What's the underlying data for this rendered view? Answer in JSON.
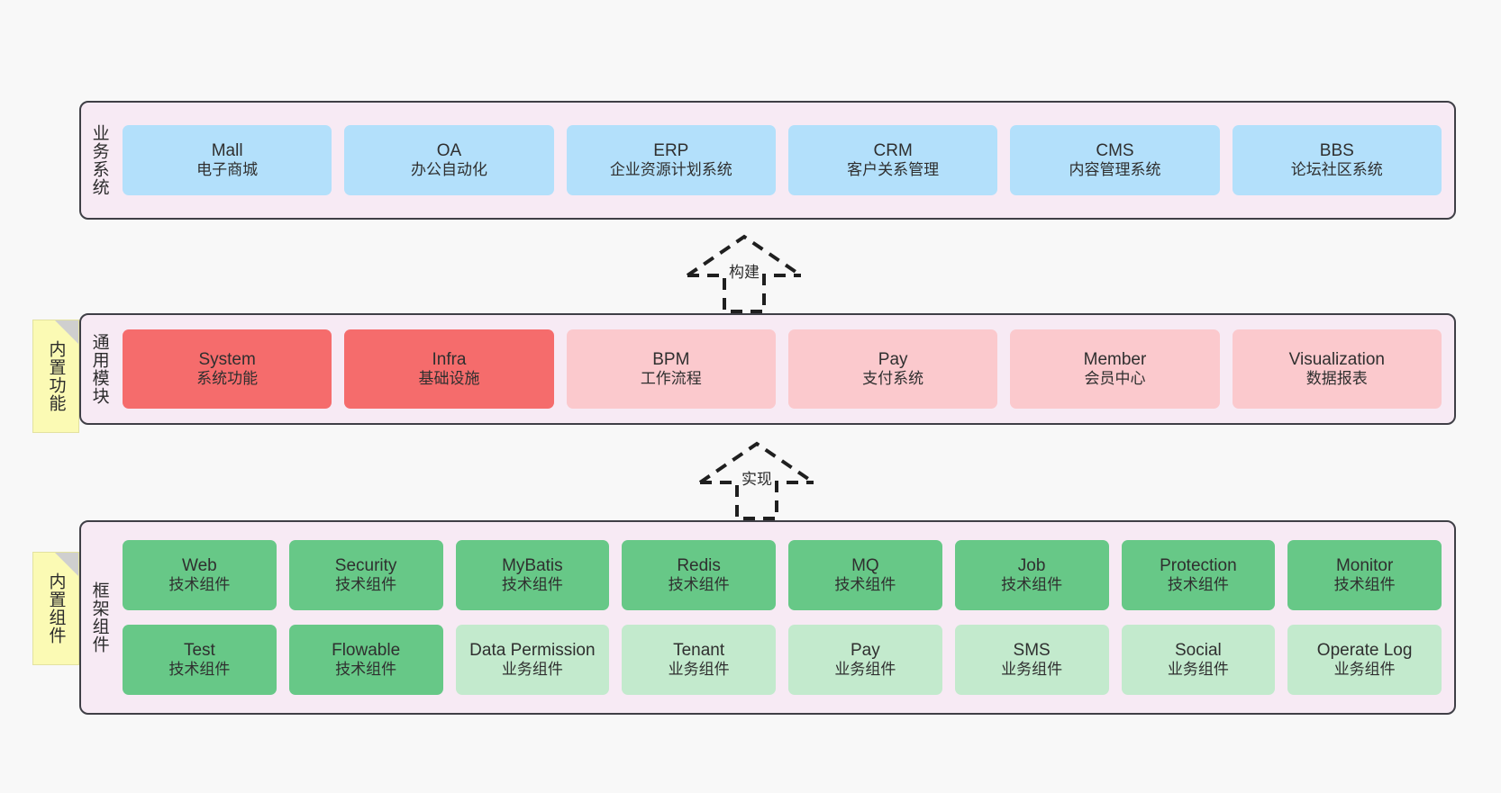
{
  "diagram": {
    "background_color": "#f8f8f8",
    "layer_fill": "#f7eaf4",
    "layer_border": "#3f3f46",
    "colors": {
      "business_node": "#b3e0fb",
      "module_primary": "#f56c6c",
      "module_secondary": "#fbc9cd",
      "tech_component": "#67c887",
      "biz_component": "#c3eacd",
      "sticky_note": "#fbfab4",
      "sticky_fold": "#cfcfcf"
    }
  },
  "layers": [
    {
      "id": "business-system",
      "title": "业务系统",
      "rows": [
        {
          "style": "blue",
          "nodes": [
            {
              "name": "Mall",
              "desc": "电子商城"
            },
            {
              "name": "OA",
              "desc": "办公自动化"
            },
            {
              "name": "ERP",
              "desc": "企业资源计划系统"
            },
            {
              "name": "CRM",
              "desc": "客户关系管理"
            },
            {
              "name": "CMS",
              "desc": "内容管理系统"
            },
            {
              "name": "BBS",
              "desc": "论坛社区系统"
            }
          ]
        }
      ]
    },
    {
      "id": "common-module",
      "title": "通用模块",
      "sticky": "内置功能",
      "rows": [
        {
          "nodes": [
            {
              "name": "System",
              "desc": "系统功能",
              "style": "red"
            },
            {
              "name": "Infra",
              "desc": "基础设施",
              "style": "red"
            },
            {
              "name": "BPM",
              "desc": "工作流程",
              "style": "pink"
            },
            {
              "name": "Pay",
              "desc": "支付系统",
              "style": "pink"
            },
            {
              "name": "Member",
              "desc": "会员中心",
              "style": "pink"
            },
            {
              "name": "Visualization",
              "desc": "数据报表",
              "style": "pink"
            }
          ]
        }
      ]
    },
    {
      "id": "framework-component",
      "title": "框架组件",
      "sticky": "内置组件",
      "rows": [
        {
          "nodes": [
            {
              "name": "Web",
              "desc": "技术组件",
              "style": "green"
            },
            {
              "name": "Security",
              "desc": "技术组件",
              "style": "green"
            },
            {
              "name": "MyBatis",
              "desc": "技术组件",
              "style": "green"
            },
            {
              "name": "Redis",
              "desc": "技术组件",
              "style": "green"
            },
            {
              "name": "MQ",
              "desc": "技术组件",
              "style": "green"
            },
            {
              "name": "Job",
              "desc": "技术组件",
              "style": "green"
            },
            {
              "name": "Protection",
              "desc": "技术组件",
              "style": "green"
            },
            {
              "name": "Monitor",
              "desc": "技术组件",
              "style": "green"
            }
          ]
        },
        {
          "nodes": [
            {
              "name": "Test",
              "desc": "技术组件",
              "style": "green"
            },
            {
              "name": "Flowable",
              "desc": "技术组件",
              "style": "green"
            },
            {
              "name": "Data Permission",
              "desc": "业务组件",
              "style": "greenlight"
            },
            {
              "name": "Tenant",
              "desc": "业务组件",
              "style": "greenlight"
            },
            {
              "name": "Pay",
              "desc": "业务组件",
              "style": "greenlight"
            },
            {
              "name": "SMS",
              "desc": "业务组件",
              "style": "greenlight"
            },
            {
              "name": "Social",
              "desc": "业务组件",
              "style": "greenlight"
            },
            {
              "name": "Operate Log",
              "desc": "业务组件",
              "style": "greenlight"
            }
          ]
        }
      ]
    }
  ],
  "connectors": [
    {
      "id": "build",
      "label": "构建",
      "from": "common-module",
      "to": "business-system"
    },
    {
      "id": "implement",
      "label": "实现",
      "from": "framework-component",
      "to": "common-module"
    }
  ]
}
